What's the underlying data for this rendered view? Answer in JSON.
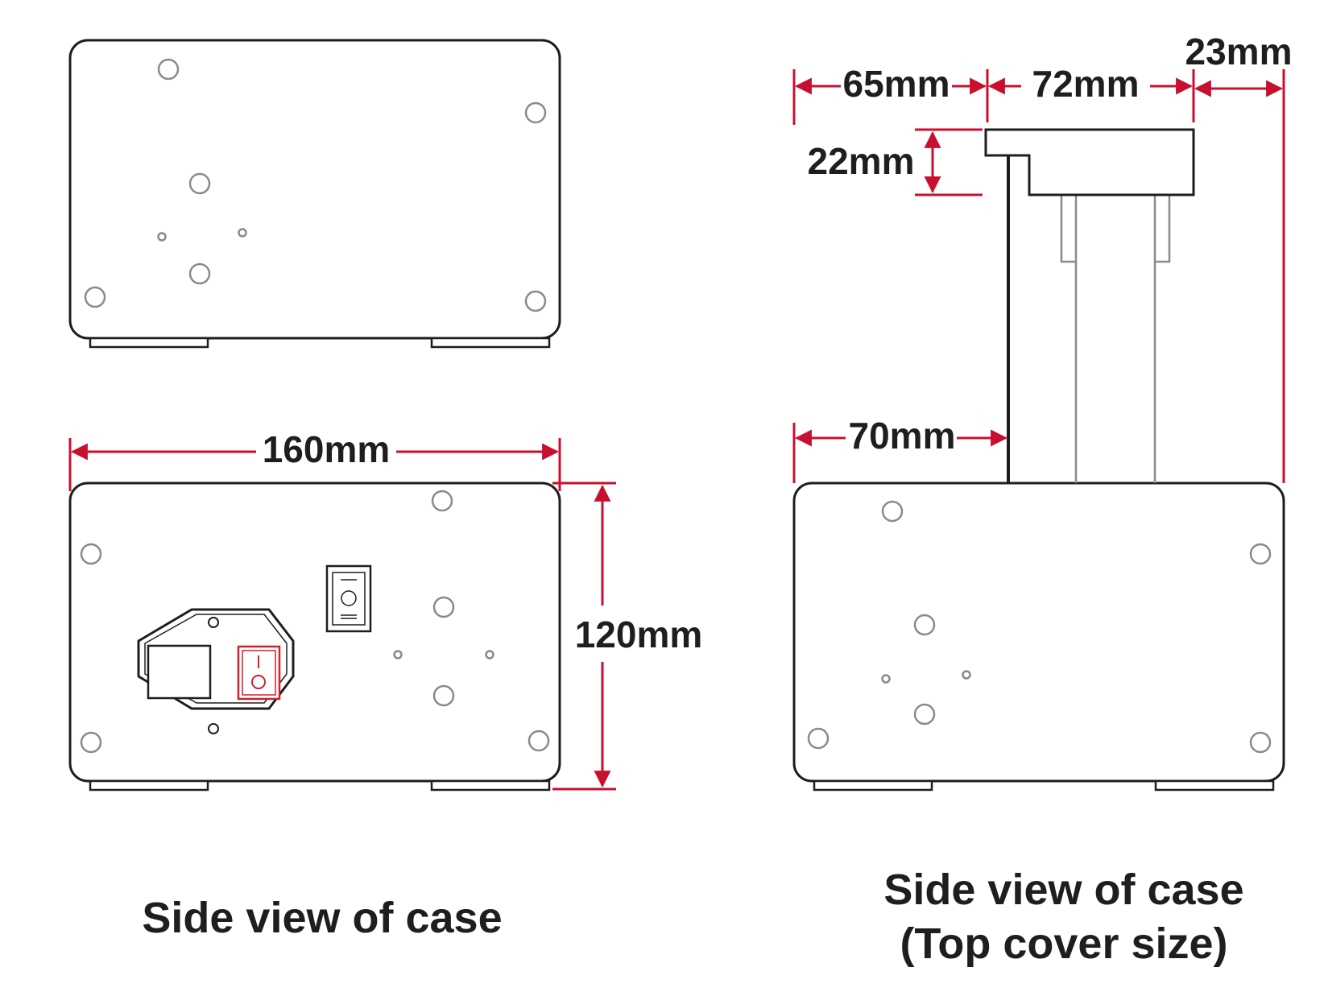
{
  "colors": {
    "outline": "#1e1e1e",
    "dimension": "#c8102e",
    "hole": "#8a8a8a",
    "switch_accent": "#d0202a"
  },
  "views": {
    "left": {
      "width_label": "160mm",
      "height_label": "120mm",
      "caption": "Side view of case"
    },
    "right": {
      "left_offset_label": "65mm",
      "top_cover_width_label": "72mm",
      "right_offset_label": "23mm",
      "top_cover_height_label": "22mm",
      "post_offset_label": "70mm",
      "caption_line1": "Side view of case",
      "caption_line2": "(Top cover size)"
    }
  },
  "icons": {
    "power_switch": "power-switch-icon",
    "fuse_socket": "fuse-socket-icon",
    "rocker_switch": "rocker-switch-icon"
  }
}
